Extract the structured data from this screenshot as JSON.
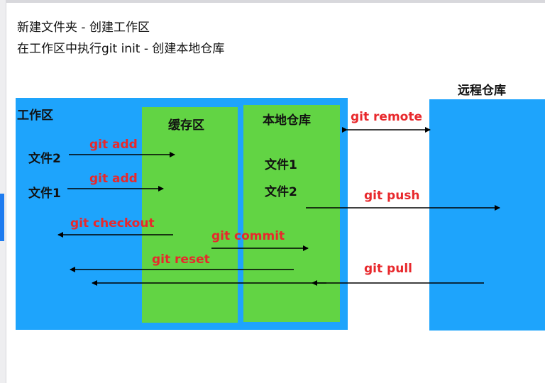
{
  "notes": [
    "新建文件夹  - 创建工作区",
    "在工作区中执行git init   - 创建本地仓库"
  ],
  "areas": {
    "workspace": "工作区",
    "staging": "缓存区",
    "local_repo": "本地仓库",
    "remote_repo": "远程仓库"
  },
  "workspace_files": [
    "文件2",
    "文件1"
  ],
  "repo_files": [
    "文件1",
    "文件2"
  ],
  "commands": {
    "add1": "git  add",
    "add2": "git  add",
    "checkout": "git  checkout",
    "commit": "git  commit",
    "reset": "git  reset",
    "remote": "git  remote",
    "push": "git  push",
    "pull": "git pull"
  },
  "colors": {
    "blue": "#1ea4fc",
    "green": "#62d444",
    "command": "#e8282c"
  }
}
